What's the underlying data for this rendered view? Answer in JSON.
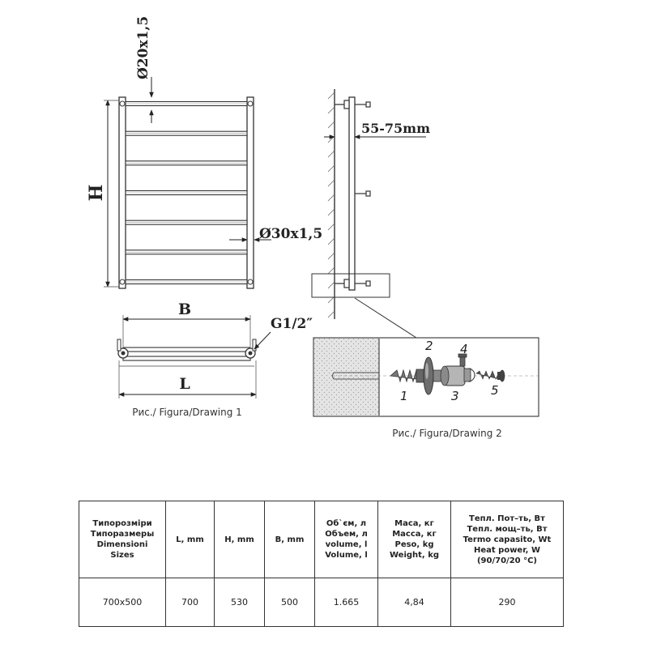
{
  "drawing1": {
    "caption": "Рис./ Figura/Drawing 1",
    "label_pipe_small": "Ø20x1,5",
    "label_pipe_large": "Ø30x1,5",
    "label_height": "H",
    "label_width_b": "B",
    "label_width_l": "L",
    "label_connection": "G1/2″",
    "rung_count": 7
  },
  "drawing2": {
    "caption": "Рис./ Figura/Drawing 2",
    "label_offset": "55-75mm",
    "parts": [
      "1",
      "2",
      "3",
      "4",
      "5"
    ]
  },
  "table": {
    "headers": [
      [
        "Типорозміри",
        "Типоразмеры",
        "Dimensioni",
        "Sizes"
      ],
      [
        "L, mm"
      ],
      [
        "H, mm"
      ],
      [
        "B, mm"
      ],
      [
        "Об`єм, л",
        "Объем, л",
        "volume, l",
        "Volume, l"
      ],
      [
        "Маса, кг",
        "Масса, кг",
        "Peso, kg",
        "Weight, kg"
      ],
      [
        "Тепл. Пот–ть, Вт",
        "Тепл. мощ–ть, Вт",
        "Termo capasito, Wt",
        "Heat power, W",
        "(90/70/20 °C)"
      ]
    ],
    "row": [
      "700x500",
      "700",
      "530",
      "500",
      "1.665",
      "4,84",
      "290"
    ]
  },
  "colors": {
    "line": "#333333",
    "text": "#222222",
    "wall": "#d9d9d9"
  }
}
